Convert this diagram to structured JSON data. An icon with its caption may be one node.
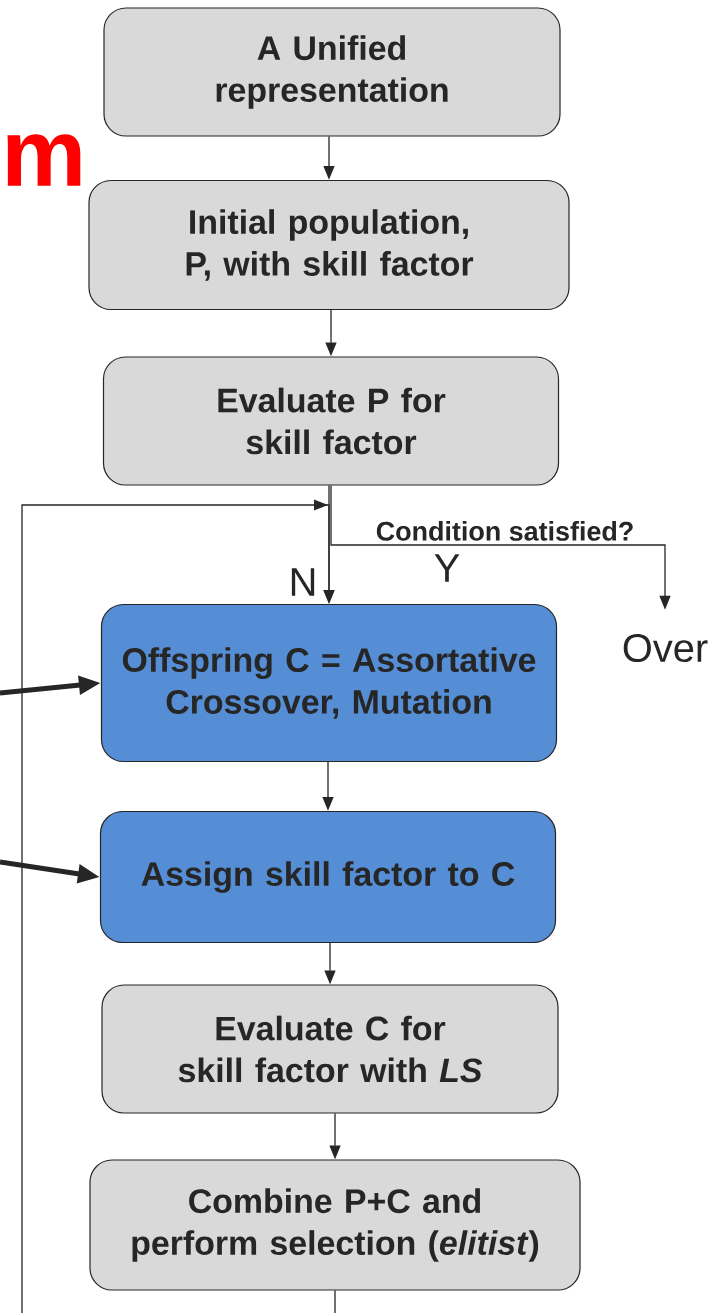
{
  "diagram": {
    "nodes": [
      {
        "text": [
          "A Unified representation"
        ]
      },
      {
        "text": [
          "Initial population, P, with skill factor"
        ]
      },
      {
        "text": [
          "Evaluate P for skill factor"
        ]
      },
      {
        "text": [
          "Offspring C = Assortative Crossover, Mutation"
        ]
      },
      {
        "text": [
          "Assign skill factor to C"
        ]
      },
      {
        "text": [
          "Evaluate C for skill factor with *LS*"
        ]
      },
      {
        "text": [
          "Combine P+C and perform selection (*elitist*)"
        ]
      },
      {
        "text": [
          "Over"
        ]
      }
    ],
    "edges": [
      {
        "from": 0,
        "to": 1,
        "arrow": "to"
      },
      {
        "from": 1,
        "to": 2,
        "arrow": "to"
      },
      {
        "from": 2,
        "to": 3,
        "arrow": "to",
        "label": "N"
      },
      {
        "from": 2,
        "to": 7,
        "arrow": "to",
        "label": "Y"
      },
      {
        "from": 3,
        "to": 4,
        "arrow": "to"
      },
      {
        "from": 4,
        "to": 5,
        "arrow": "to"
      },
      {
        "from": 5,
        "to": 6,
        "arrow": "to"
      },
      {
        "from": 6,
        "to": 3,
        "arrow": "to"
      },
      {
        "from": null,
        "to": 3,
        "arrow": "to",
        "style": "thick"
      },
      {
        "from": null,
        "to": 4,
        "arrow": "to",
        "style": "thick"
      }
    ],
    "labels": [
      "m",
      "Condition satisfied?"
    ]
  }
}
